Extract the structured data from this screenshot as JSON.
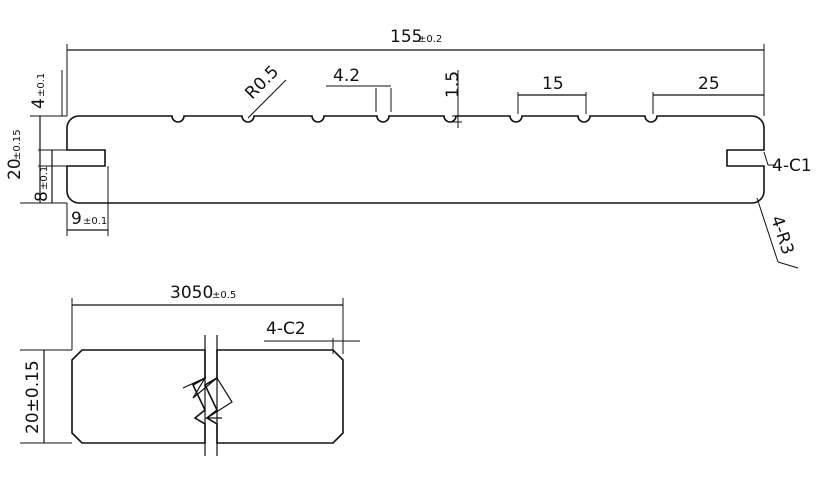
{
  "profile": {
    "width": {
      "main": "155",
      "tol": "±0.2"
    },
    "groove_radius": "R0.5",
    "groove_width": "4.2",
    "groove_depth": "1.5",
    "groove_spacing_1": "15",
    "groove_spacing_2": "25",
    "edge_chamfer": "4-C1",
    "corner_radius": "4-R3",
    "top_offset": {
      "main": "4",
      "tol": "±0.1"
    },
    "thickness": {
      "main": "20",
      "tol": "±0.15"
    },
    "slot_height": {
      "main": "8",
      "tol": "±0.1"
    },
    "slot_depth": {
      "main": "9",
      "tol": "±0.1"
    }
  },
  "length_view": {
    "length": {
      "main": "3050",
      "tol": "±0.5"
    },
    "end_chamfer": "4-C2",
    "thickness": "20±0.15"
  },
  "colors": {
    "line": "#111111",
    "background": "#ffffff",
    "hatch": "#777777"
  }
}
